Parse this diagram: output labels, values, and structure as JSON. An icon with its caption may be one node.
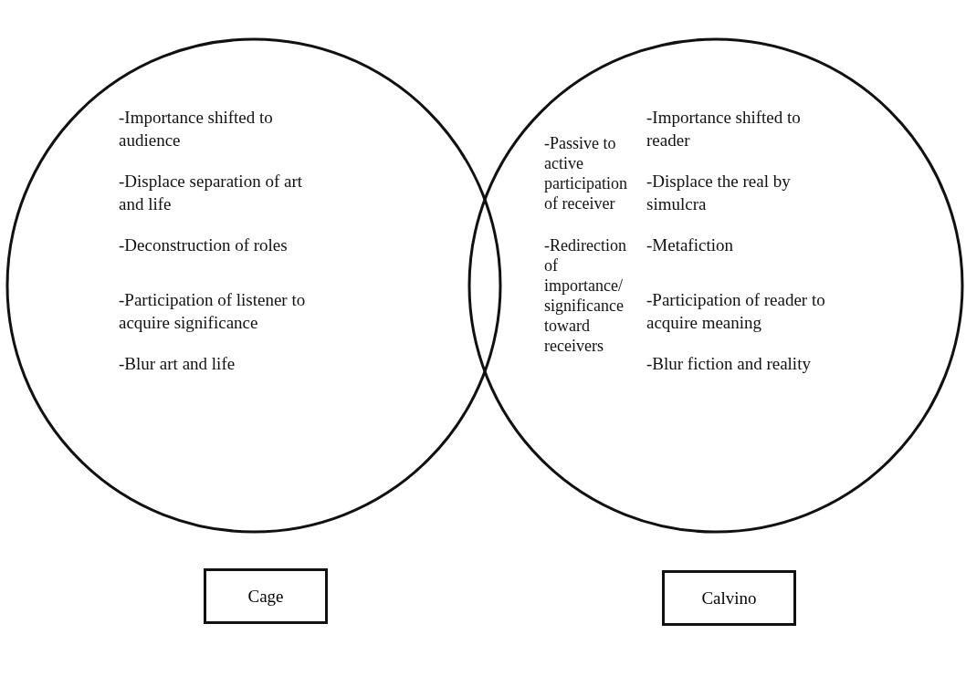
{
  "diagram": {
    "nodes": [
      {
        "text": [
          "-Importance shifted to audience",
          "-Displace separation of art and life",
          "-Deconstruction of roles",
          "-Participation of listener to acquire significance",
          "-Blur art and life"
        ]
      },
      {
        "text": [
          "-Importance shifted to reader",
          "-Displace the real by simulcra",
          "-Metafiction",
          "-Participation of reader to acquire meaning",
          "-Blur fiction and reality"
        ]
      },
      {
        "text": [
          "Cage"
        ]
      },
      {
        "text": [
          "Calvino"
        ]
      }
    ],
    "edges": [],
    "labels": [
      "-Passive to active participation of receiver",
      "-Redirection of importance/ significance toward receivers"
    ]
  }
}
